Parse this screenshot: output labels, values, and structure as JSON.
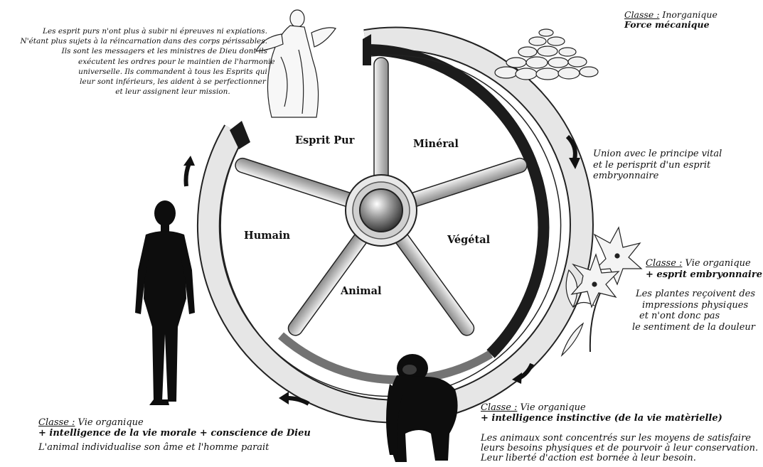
{
  "wheel": {
    "segments": [
      "Esprit Pur",
      "Minéral",
      "Végétal",
      "Animal",
      "Humain"
    ]
  },
  "esprit_pur": {
    "lines": [
      "Les esprit purs n'ont plus à subir ni épreuves ni expiations.",
      "N'étant plus sujets à la réincarnation dans des corps périssables.",
      "Ils sont les messagers et les ministres de Dieu dont ils",
      "exécutent les ordres pour le maintien de l'harmonie",
      "universelle. Ils commandent à tous les Esprits qui",
      "leur sont inférieurs, les aident à se perfectionner",
      "et leur assignent leur mission."
    ]
  },
  "mineral": {
    "classe_label": "Classe :",
    "classe_value": " Inorganique",
    "force": "Force mécanique"
  },
  "transition": {
    "lines": [
      "Union avec le principe vital",
      "et le perisprit d'un esprit",
      "embryonnaire"
    ]
  },
  "vegetal": {
    "classe_label": "Classe :",
    "classe_value": " Vie organique",
    "extra": "+ esprit embryonnaire",
    "lines": [
      "Les plantes reçoivent des",
      "impressions physiques",
      "et n'ont donc pas",
      "le sentiment de la douleur"
    ]
  },
  "animal": {
    "classe_label": "Classe :",
    "classe_value": " Vie organique",
    "extra": "+ intelligence instinctive (de la vie matèrielle)",
    "lines": [
      "Les animaux sont concentrés sur les moyens de satisfaire",
      "leurs besoins physiques et de pourvoir à leur conservation.",
      "Leur liberté d'action est bornée à leur besoin."
    ]
  },
  "humain": {
    "classe_label": "Classe :",
    "classe_value": " Vie organique",
    "extra": "+ intelligence de la vie morale + conscience de Dieu",
    "note": "L'animal individualise son âme et l'homme parait"
  }
}
